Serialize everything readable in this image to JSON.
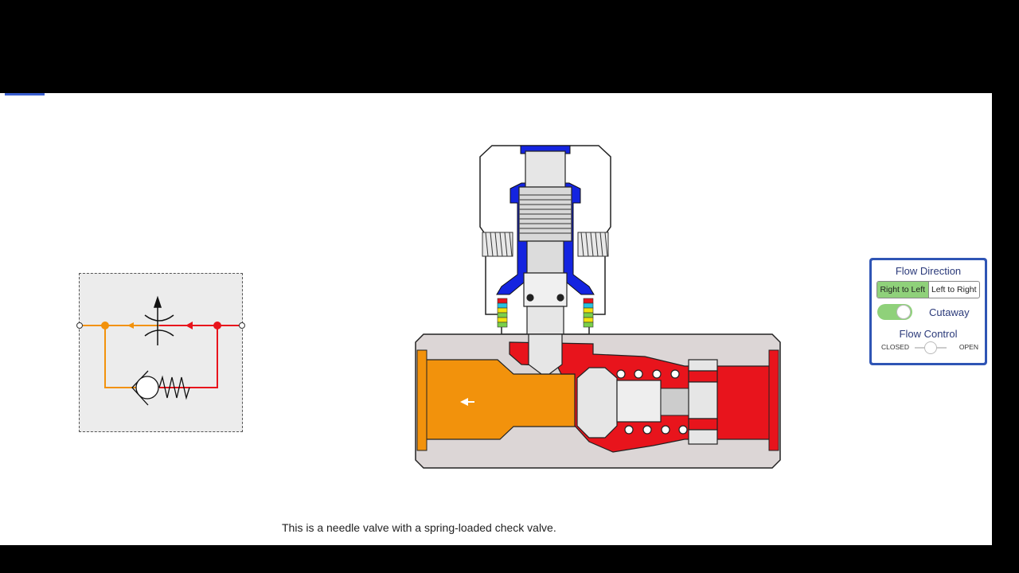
{
  "caption": "This is a needle valve with a spring-loaded check valve.",
  "panel": {
    "flow_direction_title": "Flow Direction",
    "direction_options": [
      "Right to Left",
      "Left to Right"
    ],
    "selected_direction": "Right to Left",
    "cutaway_label": "Cutaway",
    "cutaway_on": true,
    "flow_control_title": "Flow Control",
    "slider_min_label": "CLOSED",
    "slider_max_label": "OPEN",
    "flow_control_value": 0.5
  },
  "colors": {
    "high_pressure": "#e8141c",
    "low_pressure": "#f2920c",
    "seal": "#1424e0",
    "panel_border": "#2f55b5",
    "active_button": "#8fd17a",
    "body": "#dcd6d6"
  }
}
